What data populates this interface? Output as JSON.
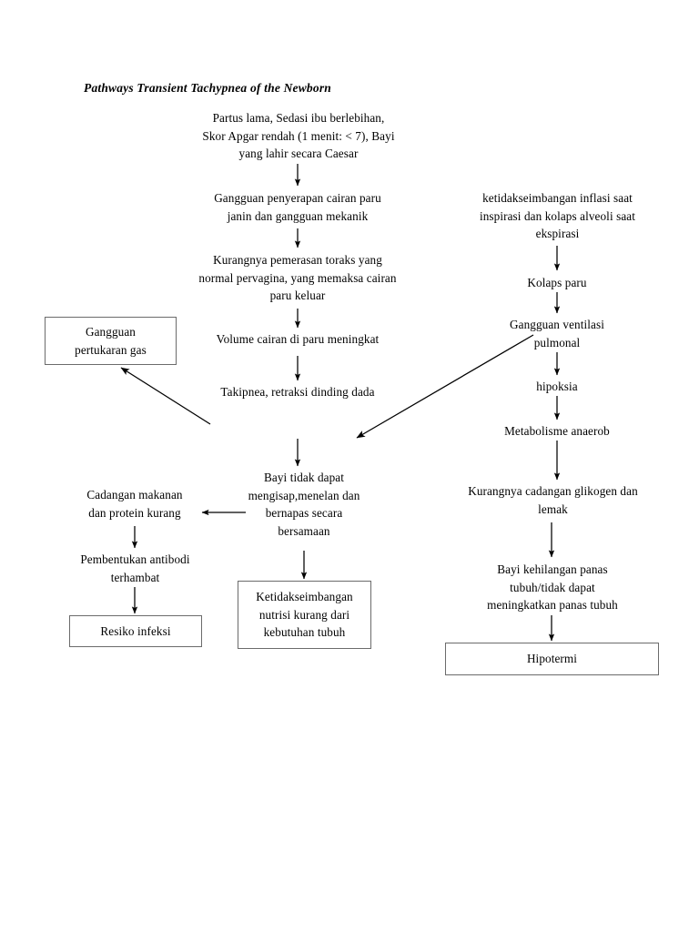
{
  "document": {
    "title": "Pathways Transient Tachypnea of the Newborn",
    "background_color": "#ffffff",
    "text_color": "#000000",
    "box_border_color": "#6b6b6b",
    "arrow_color": "#000000"
  },
  "chart_data": {
    "type": "diagram",
    "subtype": "flowchart",
    "title": "Pathways Transient Tachypnea of the Newborn",
    "nodes": [
      {
        "id": "n1",
        "label": "Partus lama, Sedasi ibu berlebihan,\nSkor Apgar rendah (1 menit: < 7), Bayi\nyang lahir secara Caesar",
        "shape": "plain",
        "column": "center"
      },
      {
        "id": "n2",
        "label": "Gangguan penyerapan cairan paru\njanin dan gangguan mekanik",
        "shape": "plain",
        "column": "center"
      },
      {
        "id": "n3",
        "label": "Kurangnya pemerasan toraks yang\nnormal pervagina, yang memaksa cairan\nparu keluar",
        "shape": "plain",
        "column": "center"
      },
      {
        "id": "n4",
        "label": "Volume cairan di paru meningkat",
        "shape": "plain",
        "column": "center"
      },
      {
        "id": "n5",
        "label": "Takipnea, retraksi dinding dada",
        "shape": "plain",
        "column": "center"
      },
      {
        "id": "n6",
        "label": "Bayi tidak dapat\nmengisap,menelan dan\nbernapas secara\nbersamaan",
        "shape": "plain",
        "column": "center"
      },
      {
        "id": "n7",
        "label": "Ketidakseimbangan\nnutrisi kurang dari\nkebutuhan tubuh",
        "shape": "box",
        "column": "center"
      },
      {
        "id": "r1",
        "label": "ketidakseimbangan inflasi saat\ninspirasi dan kolaps alveoli saat\nekspirasi",
        "shape": "plain",
        "column": "right"
      },
      {
        "id": "r2",
        "label": "Kolaps paru",
        "shape": "plain",
        "column": "right"
      },
      {
        "id": "r3",
        "label": "Gangguan ventilasi\npulmonal",
        "shape": "plain",
        "column": "right"
      },
      {
        "id": "r4",
        "label": "hipoksia",
        "shape": "plain",
        "column": "right"
      },
      {
        "id": "r5",
        "label": "Metabolisme anaerob",
        "shape": "plain",
        "column": "right"
      },
      {
        "id": "r6",
        "label": "Kurangnya cadangan glikogen dan\nlemak",
        "shape": "plain",
        "column": "right"
      },
      {
        "id": "r7",
        "label": "Bayi kehilangan panas\ntubuh/tidak dapat\nmeningkatkan panas tubuh",
        "shape": "plain",
        "column": "right"
      },
      {
        "id": "r8",
        "label": "Hipotermi",
        "shape": "box",
        "column": "right"
      },
      {
        "id": "l1",
        "label": "Gangguan\npertukaran gas",
        "shape": "box",
        "column": "left"
      },
      {
        "id": "l2",
        "label": "Cadangan makanan\ndan protein kurang",
        "shape": "plain",
        "column": "left"
      },
      {
        "id": "l3",
        "label": "Pembentukan antibodi\nterhambat",
        "shape": "plain",
        "column": "left"
      },
      {
        "id": "l4",
        "label": "Resiko infeksi",
        "shape": "box",
        "column": "left"
      }
    ],
    "edges": [
      {
        "from": "n1",
        "to": "n2",
        "style": "vertical-down"
      },
      {
        "from": "n2",
        "to": "n3",
        "style": "vertical-down"
      },
      {
        "from": "n3",
        "to": "n4",
        "style": "vertical-down"
      },
      {
        "from": "n4",
        "to": "n5",
        "style": "vertical-down"
      },
      {
        "from": "n5",
        "to": "n6",
        "style": "vertical-down"
      },
      {
        "from": "n6",
        "to": "n7",
        "style": "vertical-down"
      },
      {
        "from": "n6",
        "to": "l2",
        "style": "horizontal-left"
      },
      {
        "from": "n5",
        "to": "l1",
        "style": "diagonal-up-left"
      },
      {
        "from": "r3",
        "to": "n6",
        "style": "diagonal-down-left"
      },
      {
        "from": "r1",
        "to": "r2",
        "style": "vertical-down"
      },
      {
        "from": "r2",
        "to": "r3",
        "style": "vertical-down"
      },
      {
        "from": "r3",
        "to": "r4",
        "style": "vertical-down"
      },
      {
        "from": "r4",
        "to": "r5",
        "style": "vertical-down"
      },
      {
        "from": "r5",
        "to": "r6",
        "style": "vertical-down"
      },
      {
        "from": "r6",
        "to": "r7",
        "style": "vertical-down"
      },
      {
        "from": "r7",
        "to": "r8",
        "style": "vertical-down"
      },
      {
        "from": "l2",
        "to": "l3",
        "style": "vertical-down"
      },
      {
        "from": "l3",
        "to": "l4",
        "style": "vertical-down"
      }
    ]
  }
}
